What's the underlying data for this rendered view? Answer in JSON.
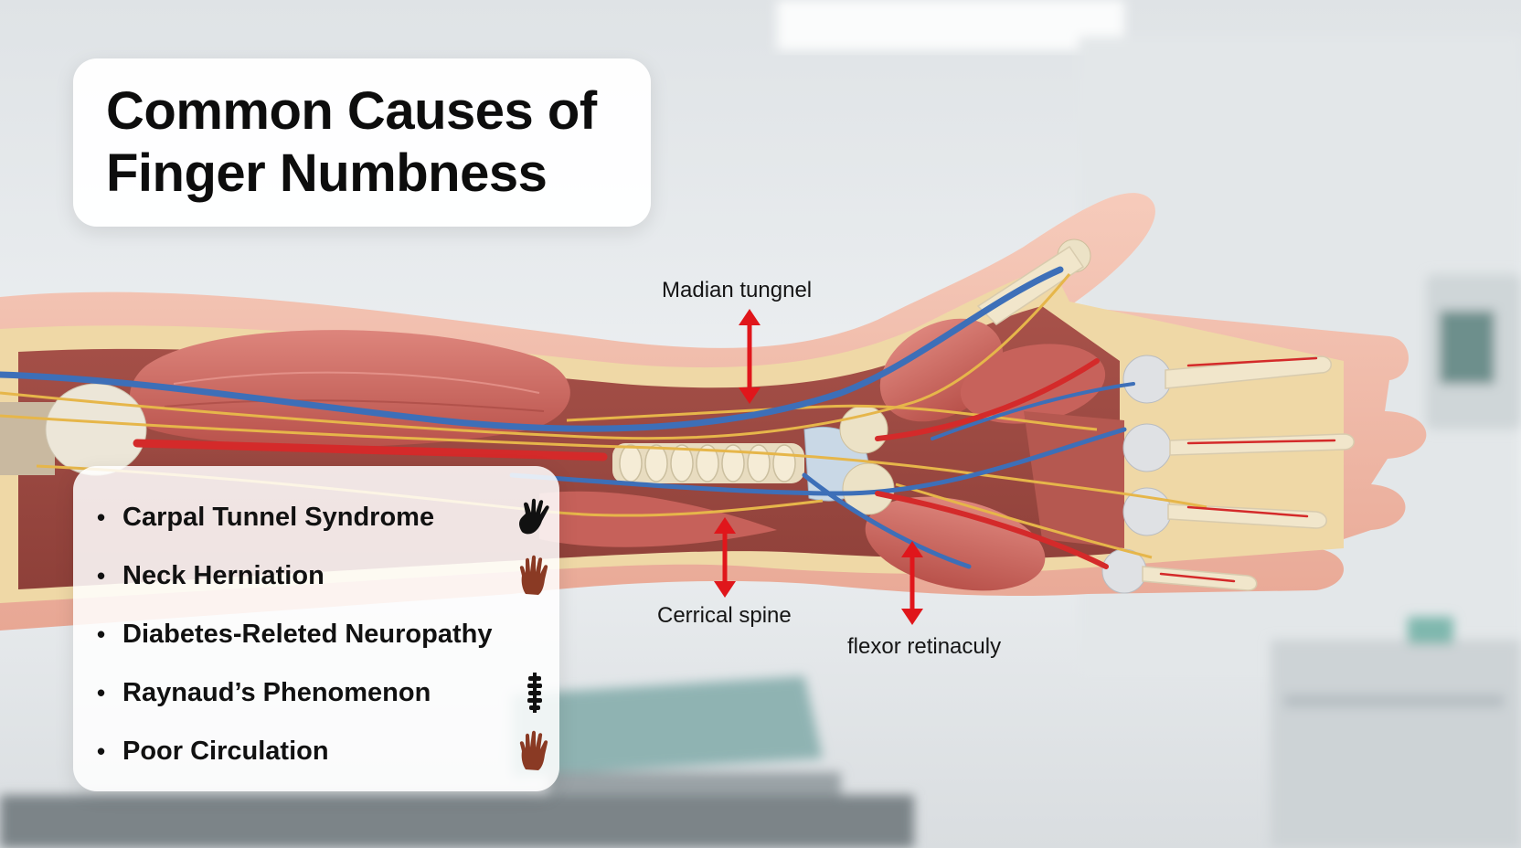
{
  "title": {
    "line1": "Common Causes of",
    "line2": "Finger Numbness"
  },
  "causes": [
    {
      "label": "Carpal Tunnel Syndrome",
      "icon": "hand-silhouette-icon",
      "icon_color": "#111111"
    },
    {
      "label": "Neck Herniation",
      "icon": "hand-icon",
      "icon_color": "#8a3a24"
    },
    {
      "label": "Diabetes-Releted Neuropathy",
      "icon": "",
      "icon_color": ""
    },
    {
      "label": "Raynaud’s Phenomenon",
      "icon": "spine-icon",
      "icon_color": "#111111"
    },
    {
      "label": "Poor Circulation",
      "icon": "hand-icon",
      "icon_color": "#8a3a24"
    }
  ],
  "callouts": {
    "median": "Madian tungnel",
    "spine": "Cerrical spine",
    "flexor": "flexor retinaculy"
  },
  "colors": {
    "arrow": "#e0161b",
    "muscle": "#c9675f",
    "nerve": "#e6b64a",
    "vein": "#3d6fb8",
    "artery": "#d42a2a",
    "bone": "#eee3c8",
    "skin": "#f1b8a4"
  }
}
